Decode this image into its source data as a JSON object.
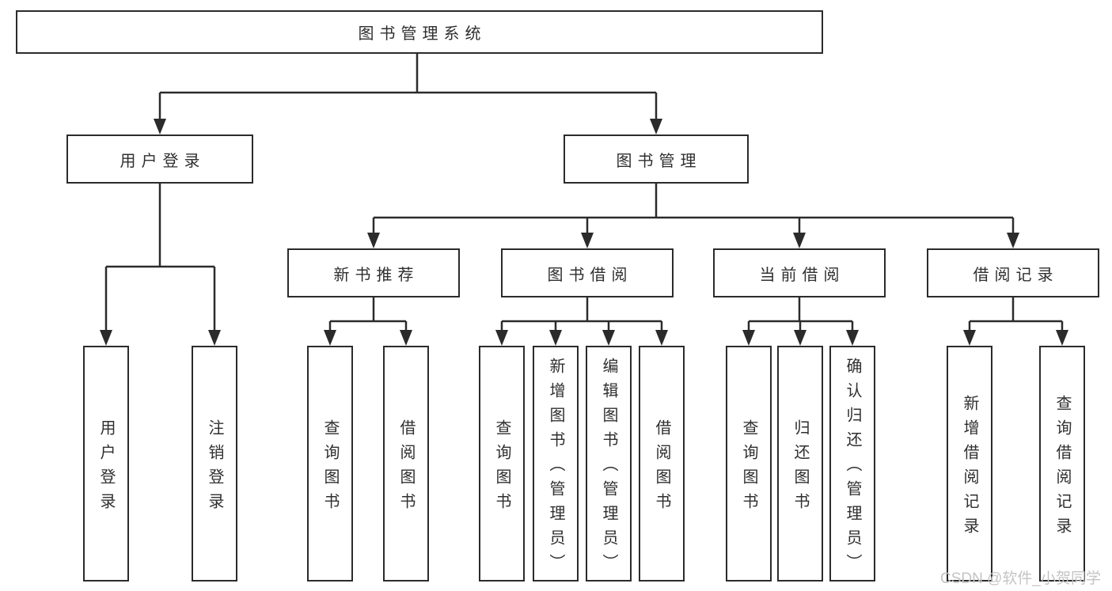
{
  "tree": {
    "label": "图书管理系统",
    "children": [
      {
        "label": "用户登录",
        "children": [
          {
            "label": "用户登录"
          },
          {
            "label": "注销登录"
          }
        ]
      },
      {
        "label": "图书管理",
        "children": [
          {
            "label": "新书推荐",
            "children": [
              {
                "label": "查询图书"
              },
              {
                "label": "借阅图书"
              }
            ]
          },
          {
            "label": "图书借阅",
            "children": [
              {
                "label": "查询图书"
              },
              {
                "label": "新增图书（管理员）"
              },
              {
                "label": "编辑图书（管理员）"
              },
              {
                "label": "借阅图书"
              }
            ]
          },
          {
            "label": "当前借阅",
            "children": [
              {
                "label": "查询图书"
              },
              {
                "label": "归还图书"
              },
              {
                "label": "确认归还（管理员）"
              }
            ]
          },
          {
            "label": "借阅记录",
            "children": [
              {
                "label": "新增借阅记录"
              },
              {
                "label": "查询借阅记录"
              }
            ]
          }
        ]
      }
    ]
  },
  "watermark": {
    "text": "CSDN @软件_小贺同学"
  },
  "colors": {
    "line": "#2b2b2b",
    "text": "#2f2f2f",
    "background": "#ffffff",
    "watermark": "#c4c4c4"
  }
}
